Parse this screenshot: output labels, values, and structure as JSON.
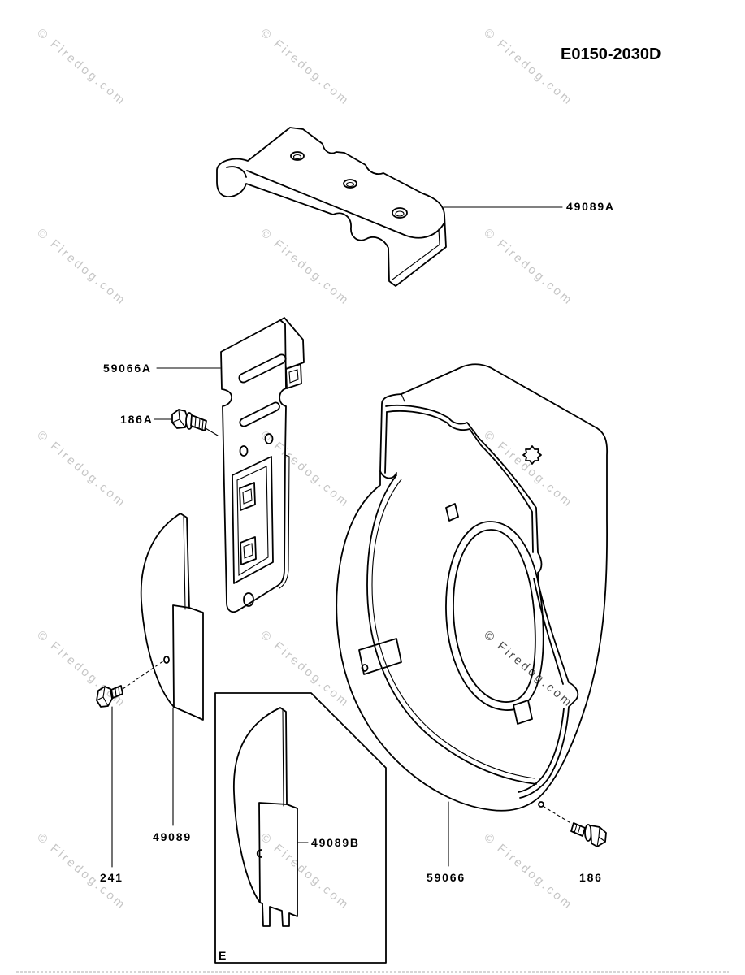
{
  "drawing": {
    "code": "E0150-2030D",
    "inset_label": "E"
  },
  "parts": [
    {
      "number": "49089A"
    },
    {
      "number": "59066A"
    },
    {
      "number": "186A"
    },
    {
      "number": "49089"
    },
    {
      "number": "241"
    },
    {
      "number": "49089B"
    },
    {
      "number": "59066"
    },
    {
      "number": "186"
    }
  ],
  "watermark": {
    "text": "© Firedog.com"
  },
  "colors": {
    "line": "#000000",
    "watermark": "#c6c6c6",
    "watermark_dark": "#4d4d4d",
    "background": "#ffffff"
  }
}
